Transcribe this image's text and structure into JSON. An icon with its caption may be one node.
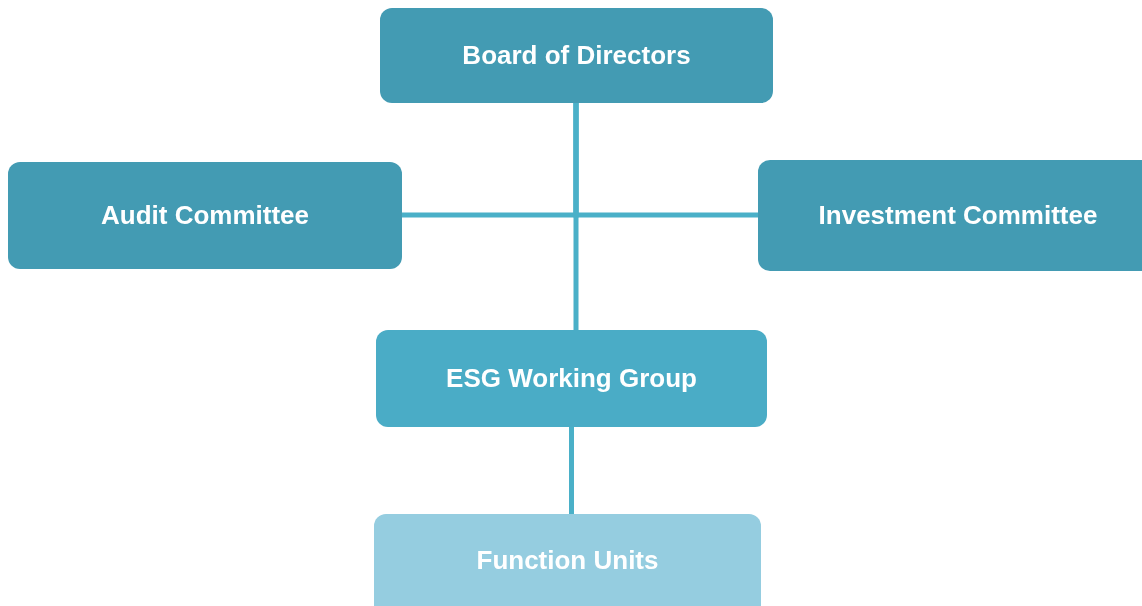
{
  "diagram": {
    "nodes": [
      {
        "text": [
          "Board of Directors"
        ]
      },
      {
        "text": [
          "Audit Committee"
        ]
      },
      {
        "text": [
          "Investment Committee"
        ]
      },
      {
        "text": [
          "ESG Working Group"
        ]
      },
      {
        "text": [
          "Function Units"
        ]
      }
    ],
    "edges": [
      {
        "from": 0,
        "to": 1,
        "arrow": "none"
      },
      {
        "from": 0,
        "to": 2,
        "arrow": "none"
      },
      {
        "from": 0,
        "to": 3,
        "arrow": "none"
      },
      {
        "from": 3,
        "to": 4,
        "arrow": "none"
      }
    ]
  }
}
